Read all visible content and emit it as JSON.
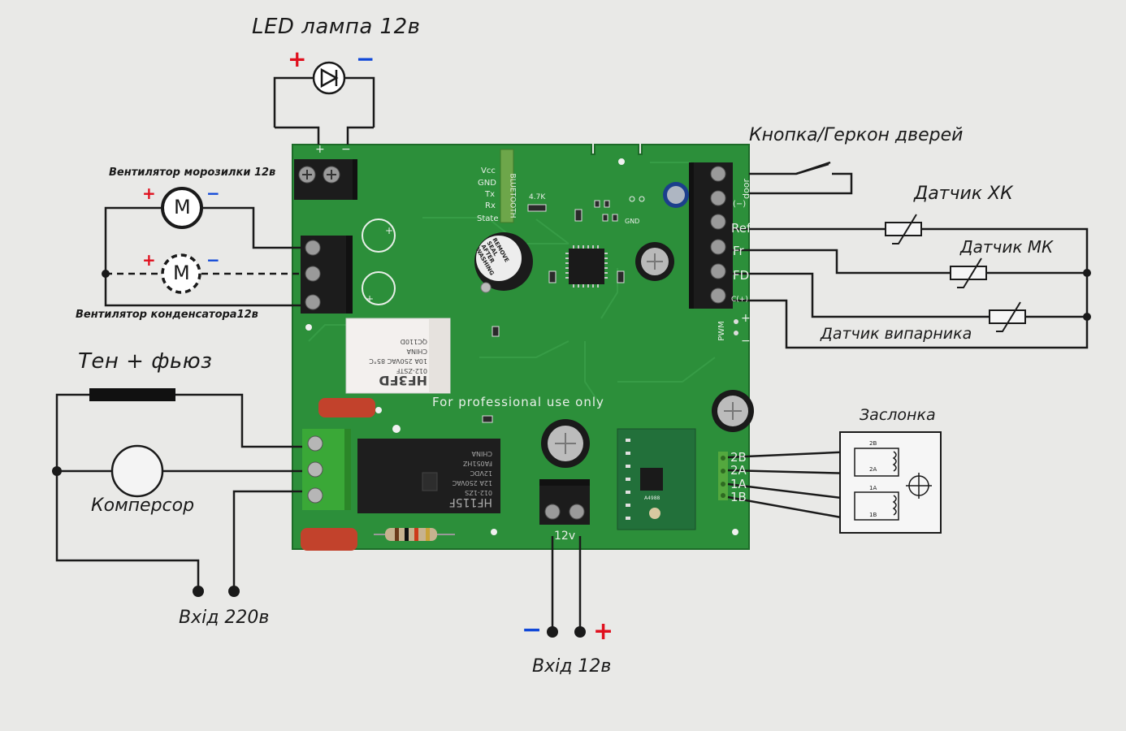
{
  "labels": {
    "led_lamp": "LED лампа 12в",
    "freezer_fan": "Вентилятор морозилки 12в",
    "condenser_fan": "Вентилятор конденсатора12в",
    "heater_fuse": "Тен + фьюз",
    "compressor": "Комперсор",
    "input_220": "Вхід 220в",
    "input_12": "Вхід 12в",
    "door_button": "Кнопка/Геркон дверей",
    "sensor_xk": "Датчик ХК",
    "sensor_mk": "Датчик МК",
    "sensor_evap": "Датчик випарника",
    "damper": "Заслонка",
    "motor_letter": "M"
  },
  "pcb": {
    "professional": "For professional use only",
    "bluetooth": "BLUETOOTH",
    "bt_pins": [
      "Vcc",
      "GND",
      "Tx",
      "Rx",
      "State"
    ],
    "resistor_value": "4.7K",
    "gnd": "GND",
    "terminal_labels": [
      "door",
      "(−)",
      "Ref",
      "Fr",
      "FD",
      "C(+)"
    ],
    "pwm": "PWM",
    "plus": "+",
    "minus": "−",
    "stepper_pins": [
      "2B",
      "2A",
      "1A",
      "1B"
    ],
    "coil_labels": [
      "2B",
      "2A",
      "1A",
      "1B"
    ],
    "v12": "12v",
    "buzzer_text": [
      "REMOVE",
      "SEAL",
      "AFTER",
      "WASHING"
    ],
    "relay_small": [
      "HF3FD",
      "012-ZSTF",
      "10A 250VAC 85°C",
      "CHINA",
      "QC110D"
    ],
    "relay_big": [
      "HF115F",
      "012-1ZS",
      "12A 250VAC",
      "12VDC",
      "FA051HZ",
      "CHINA"
    ],
    "driver": "A4988"
  },
  "colors": {
    "pcb": "#2c8f3a",
    "plus": "#e0101e",
    "minus": "#1048d8",
    "wire": "#1a1a1a"
  }
}
